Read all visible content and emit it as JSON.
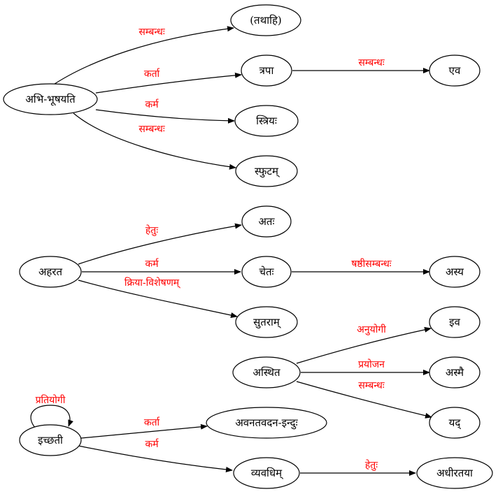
{
  "colors": {
    "edge_label": "#ff0000",
    "node_text": "#000000",
    "line": "#000000"
  },
  "nodes": {
    "n1": "अभि-भूषयति",
    "n2": "(तथाहि)",
    "n3": "त्रपा",
    "n4": "एव",
    "n5": "स्त्रियः",
    "n6": "स्फुटम्",
    "n7": "अतः",
    "n8": "अहरत",
    "n9": "चेतः",
    "n10": "अस्य",
    "n11": "सुतराम्",
    "n12": "इव",
    "n13": "अस्थित",
    "n14": "अस्मै",
    "n15": "यद्",
    "n16": "इच्छती",
    "n17": "अवनतवदन-इन्दुः",
    "n18": "व्यवधिम्",
    "n19": "अधीरतया"
  },
  "edges": {
    "e1": {
      "from": "अभि-भूषयति",
      "to": "(तथाहि)",
      "label": "सम्बन्धः"
    },
    "e2": {
      "from": "अभि-भूषयति",
      "to": "त्रपा",
      "label": "कर्ता"
    },
    "e3": {
      "from": "अभि-भूषयति",
      "to": "स्त्रियः",
      "label": "कर्म"
    },
    "e4": {
      "from": "अभि-भूषयति",
      "to": "स्फुटम्",
      "label": "सम्बन्धः"
    },
    "e5": {
      "from": "त्रपा",
      "to": "एव",
      "label": "सम्बन्धः"
    },
    "e6": {
      "from": "अहरत",
      "to": "अतः",
      "label": "हेतुः"
    },
    "e7": {
      "from": "अहरत",
      "to": "चेतः",
      "label": "कर्म"
    },
    "e8": {
      "from": "अहरत",
      "to": "सुतराम्",
      "label": "क्रिया-विशेषणम्"
    },
    "e9": {
      "from": "चेतः",
      "to": "अस्य",
      "label": "षष्ठीसम्बन्धः"
    },
    "e10": {
      "from": "अस्थित",
      "to": "इव",
      "label": "अनुयोगी"
    },
    "e11": {
      "from": "अस्थित",
      "to": "अस्मै",
      "label": "प्रयोजन"
    },
    "e12": {
      "from": "अस्थित",
      "to": "यद्",
      "label": "सम्बन्धः"
    },
    "e13": {
      "from": "इच्छती",
      "to": "इच्छती",
      "label": "प्रतियोगी"
    },
    "e14": {
      "from": "इच्छती",
      "to": "अवनतवदन-इन्दुः",
      "label": "कर्ता"
    },
    "e15": {
      "from": "इच्छती",
      "to": "व्यवधिम्",
      "label": "कर्म"
    },
    "e16": {
      "from": "व्यवधिम्",
      "to": "अधीरतया",
      "label": "हेतुः"
    }
  }
}
